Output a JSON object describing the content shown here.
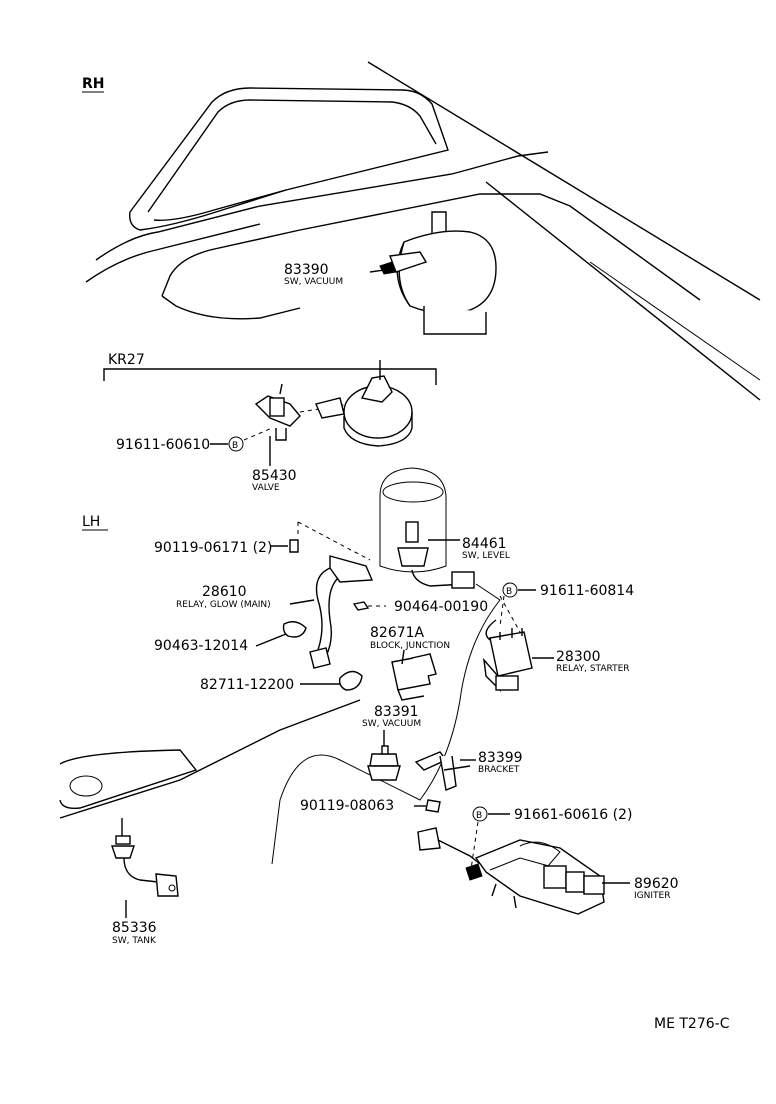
{
  "headings": {
    "rh": "RH",
    "kr27": "KR27",
    "lh": "LH"
  },
  "parts": {
    "p83390": {
      "number": "83390",
      "name": "SW, VACUUM"
    },
    "p91611_60610": {
      "number": "91611-60610",
      "marker": "B"
    },
    "p85430": {
      "number": "85430",
      "name": "VALVE"
    },
    "p90119_06171": {
      "number": "90119-06171 (2)"
    },
    "p84461": {
      "number": "84461",
      "name": "SW, LEVEL"
    },
    "p91611_60814": {
      "number": "91611-60814",
      "marker": "B"
    },
    "p28610": {
      "number": "28610",
      "name": "RELAY, GLOW (MAIN)"
    },
    "p90464_00190": {
      "number": "90464-00190"
    },
    "p82671A": {
      "number": "82671A",
      "name": "BLOCK, JUNCTION"
    },
    "p90463_12014": {
      "number": "90463-12014"
    },
    "p28300": {
      "number": "28300",
      "name": "RELAY, STARTER"
    },
    "p82711_12200": {
      "number": "82711-12200"
    },
    "p83391": {
      "number": "83391",
      "name": "SW, VACUUM"
    },
    "p83399": {
      "number": "83399",
      "name": "BRACKET"
    },
    "p90119_08063": {
      "number": "90119-08063"
    },
    "p91661_60616": {
      "number": "91661-60616 (2)",
      "marker": "B"
    },
    "p89620": {
      "number": "89620",
      "name": "IGNITER"
    },
    "p85336": {
      "number": "85336",
      "name": "SW, TANK"
    }
  },
  "footer": {
    "code": "ME T276-C"
  }
}
